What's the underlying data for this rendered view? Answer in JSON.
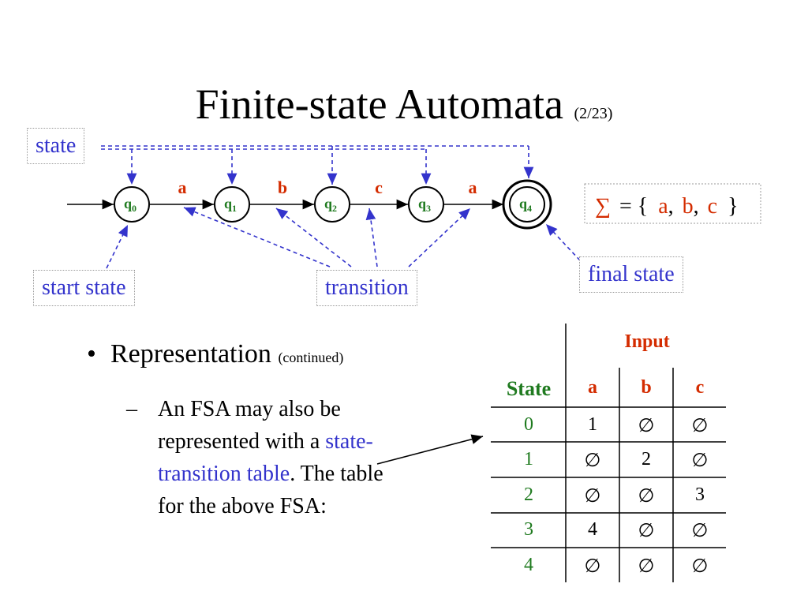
{
  "title": {
    "main": "Finite-state Automata",
    "counter": "(2/23)"
  },
  "labels": {
    "state": "state",
    "start_state": "start state",
    "transition": "transition",
    "final_state": "final state"
  },
  "automaton": {
    "states": [
      "q",
      "q",
      "q",
      "q",
      "q"
    ],
    "subscripts": [
      "0",
      "1",
      "2",
      "3",
      "4"
    ],
    "transitions": [
      "a",
      "b",
      "c",
      "a"
    ]
  },
  "alphabet": {
    "sigma": "∑",
    "eq": "= {",
    "a": "a",
    "b": "b",
    "c": "c",
    "close": "}",
    "comma": ","
  },
  "bullet": {
    "marker": "•",
    "text": "Representation",
    "note": "(continued)"
  },
  "subbullet": {
    "dash": "–",
    "text_before": "An FSA may also be represented with a",
    "highlight": "state-transition table",
    "text_after": ". The table for the above FSA:"
  },
  "table": {
    "header_input": "Input",
    "header_state": "State",
    "columns": [
      "a",
      "b",
      "c"
    ],
    "rows": [
      {
        "state": "0",
        "a": "1",
        "b": "∅",
        "c": "∅"
      },
      {
        "state": "1",
        "a": "∅",
        "b": "2",
        "c": "∅"
      },
      {
        "state": "2",
        "a": "∅",
        "b": "∅",
        "c": "3"
      },
      {
        "state": "3",
        "a": "4",
        "b": "∅",
        "c": "∅"
      },
      {
        "state": "4",
        "a": "∅",
        "b": "∅",
        "c": "∅"
      }
    ]
  },
  "colors": {
    "label_blue": "#3333cc",
    "state_green": "#1f7a1f",
    "input_red": "#d42c00",
    "arrow_blue": "#3333cc"
  }
}
